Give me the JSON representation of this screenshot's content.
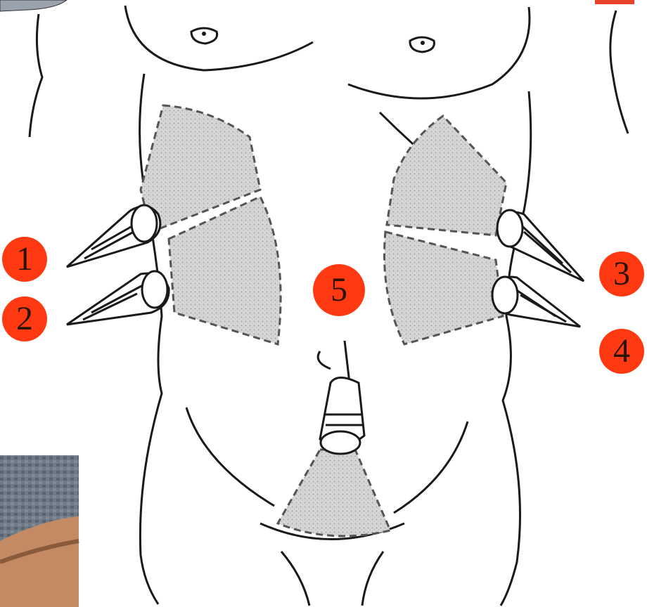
{
  "markers": [
    {
      "id": "1",
      "label": "1"
    },
    {
      "id": "2",
      "label": "2"
    },
    {
      "id": "3",
      "label": "3"
    },
    {
      "id": "4",
      "label": "4"
    },
    {
      "id": "5",
      "label": "5"
    }
  ],
  "colors": {
    "marker_fill": "#ff3a12",
    "marker_text": "#2a1400",
    "outline": "#1a1a1a",
    "region_fill": "#cfcfcf",
    "region_stroke": "#555555",
    "corner_red": "#e8432a"
  },
  "icons": [
    "ultrasound-probe-icon"
  ]
}
